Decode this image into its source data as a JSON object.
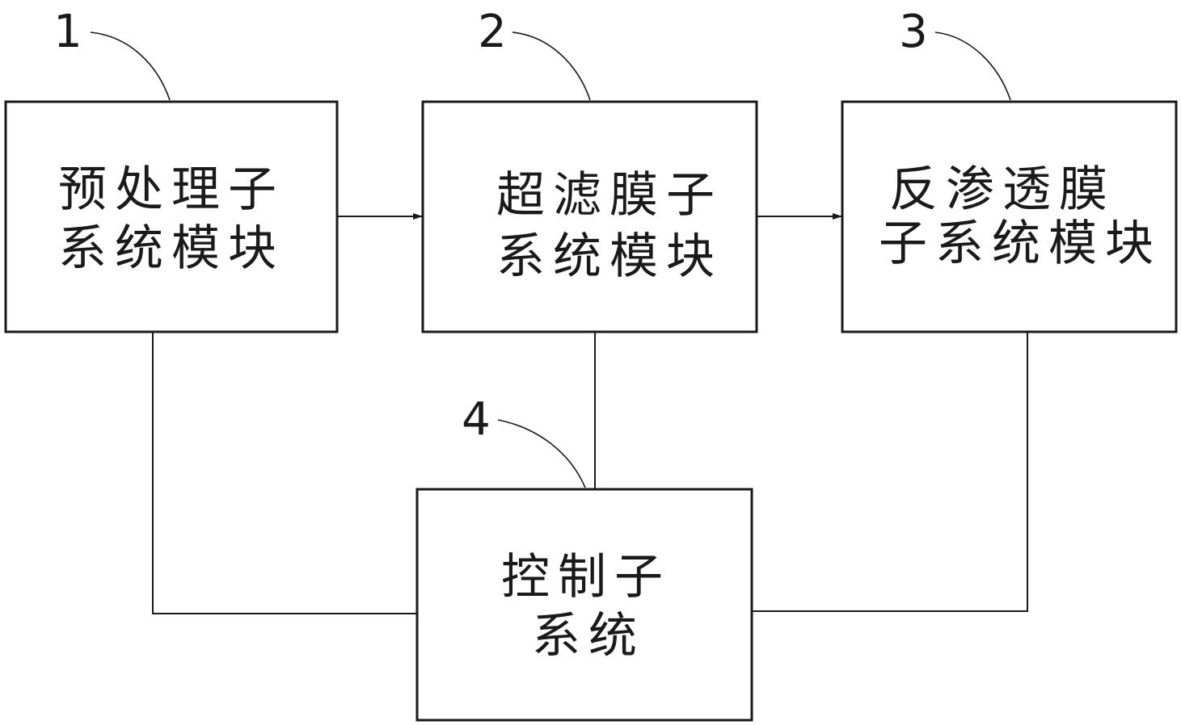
{
  "modules": {
    "pretreatment": {
      "ref": "1",
      "line1": "预处理子",
      "line2": "系统模块"
    },
    "ultrafiltration": {
      "ref": "2",
      "line1": "超滤膜子",
      "line2": "系统模块"
    },
    "reverse_osmosis": {
      "ref": "3",
      "line1": "反渗透膜",
      "line2": "子系统模块"
    },
    "control": {
      "ref": "4",
      "line1": "控制子",
      "line2": "系统"
    }
  },
  "colors": {
    "stroke": "#1a1a1a",
    "background": "#ffffff"
  }
}
